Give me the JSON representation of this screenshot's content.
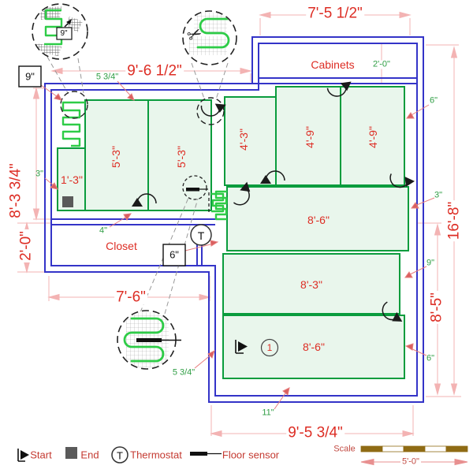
{
  "colors": {
    "wall_blue": "#3434c8",
    "mat_border_green": "#0a9c3d",
    "mat_fill_green": "#e9f6ec",
    "cable_green": "#2ecc47",
    "dimension_red": "#dd2d24",
    "dimension_line_pink": "#f3b3b3",
    "offset_label_green": "#2f9e44",
    "scale_bar_brown": "#8f6b14",
    "end_marker_gray": "#5a5a5a"
  },
  "icons": {
    "scissors": "✂"
  },
  "dimensions": {
    "top_width": "7'-5 1/2\"",
    "upper_left_width": "9'-6 1/2\"",
    "left_height": "8'-3 3/4\"",
    "closet_height": "2'-0\"",
    "closet_width": "7'-6\"",
    "bottom_width": "9'-5 3/4\"",
    "right_total_height": "16'-8\"",
    "right_lower_height": "8'-5\""
  },
  "mats": {
    "left_a": "5'-3\"",
    "left_b": "5'-3\"",
    "entry": "1'-3\"",
    "mid": "4'-3\"",
    "right_a": "4'-9\"",
    "right_b": "4'-9\"",
    "strip_top": "8'-6\"",
    "strip_mid": "8'-3\"",
    "strip_bottom": "8'-6\"",
    "circuit_number": "1"
  },
  "areas": {
    "cabinets": "Cabinets",
    "closet": "Closet"
  },
  "offsets": {
    "top_gap": "5 3/4\"",
    "cabinet_depth": "2'-0\"",
    "right_top": "6\"",
    "left_wall": "3\"",
    "closet_top": "4\"",
    "right_mid": "3\"",
    "right_strip": "9\"",
    "right_bottom": "6\"",
    "bottom_gap": "5 3/4\"",
    "bottom_wall": "11\""
  },
  "callouts": {
    "cable_spacing": "9\"",
    "detail_spacing": "9\"",
    "sensor_box": "6\""
  },
  "thermostat_letter": "T",
  "legend": {
    "start": "Start",
    "end": "End",
    "thermostat": "Thermostat",
    "floor_sensor": "Floor sensor"
  },
  "scale": {
    "label": "Scale",
    "length": "5'-0\""
  }
}
